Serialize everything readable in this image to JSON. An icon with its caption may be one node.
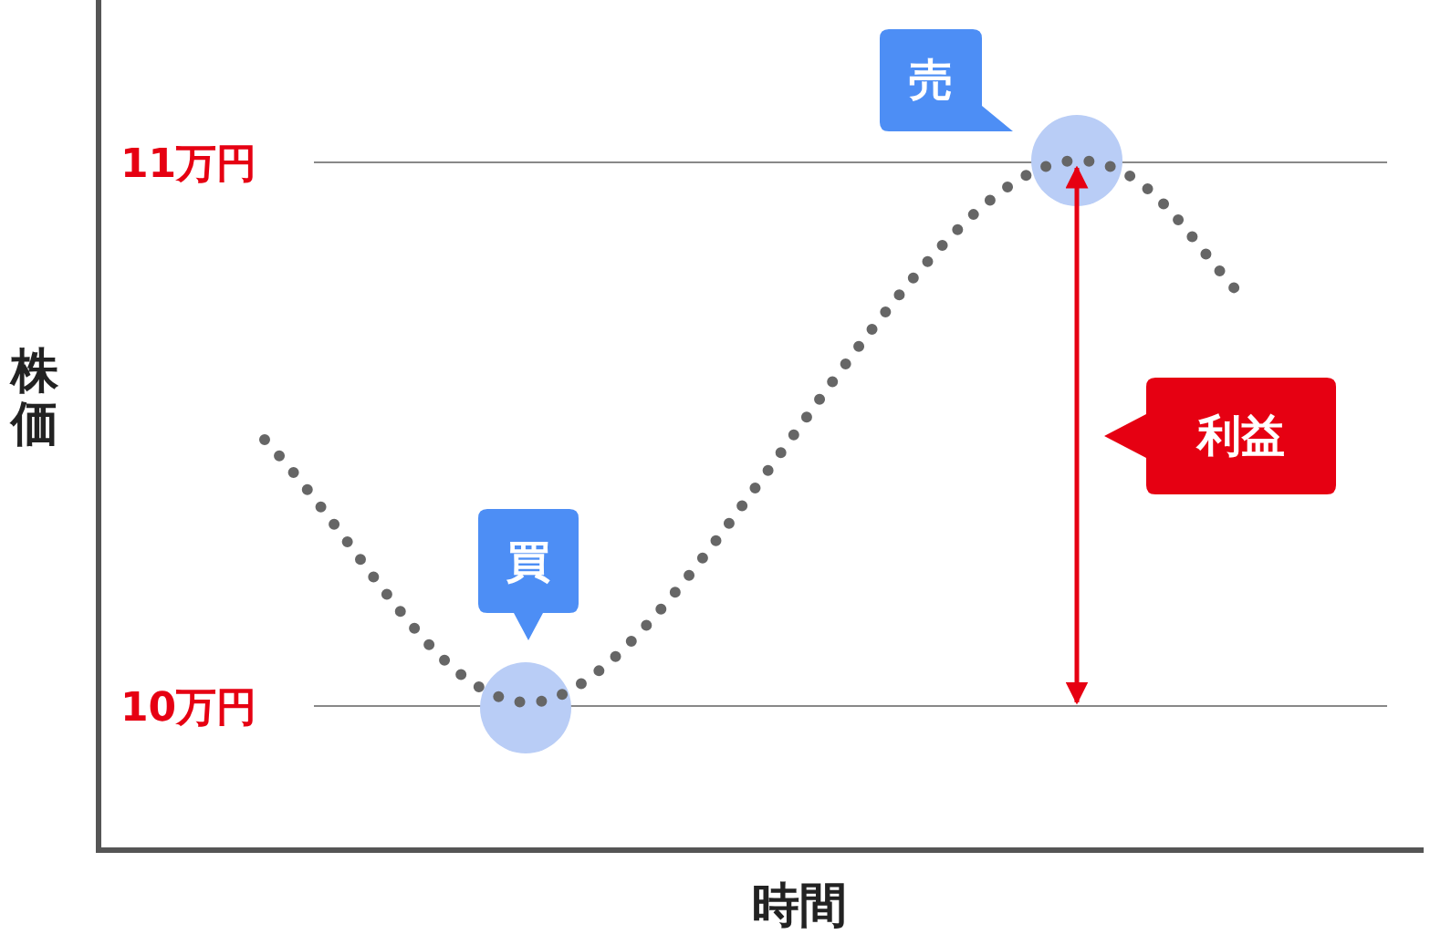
{
  "diagram": {
    "nodes": [
      {
        "text": [
          "売"
        ]
      },
      {
        "text": [],
        "shape": "circle"
      },
      {
        "text": [
          "利益"
        ]
      },
      {
        "text": [
          "買"
        ]
      },
      {
        "text": [],
        "shape": "circle"
      }
    ],
    "labels": [
      "11万円",
      "株価",
      "10万円",
      "時間"
    ]
  }
}
